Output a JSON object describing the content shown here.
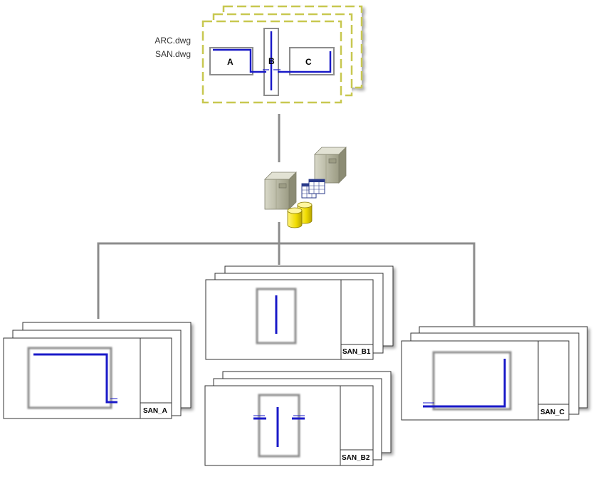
{
  "master": {
    "files": [
      "ARC.dwg",
      "SAN.dwg"
    ],
    "rooms": [
      "A",
      "B",
      "C"
    ]
  },
  "sheets": {
    "san_a": "SAN_A",
    "san_b1": "SAN_B1",
    "san_b2": "SAN_B2",
    "san_c": "SAN_C"
  },
  "colors": {
    "pipe": "#1a1ac8",
    "dash": "#c8c850",
    "connector": "#8c8c8c",
    "server": "#b8b8a0",
    "database": "#f0e000"
  },
  "icons": [
    "server-icon",
    "server-icon",
    "table-icon",
    "database-icon"
  ]
}
